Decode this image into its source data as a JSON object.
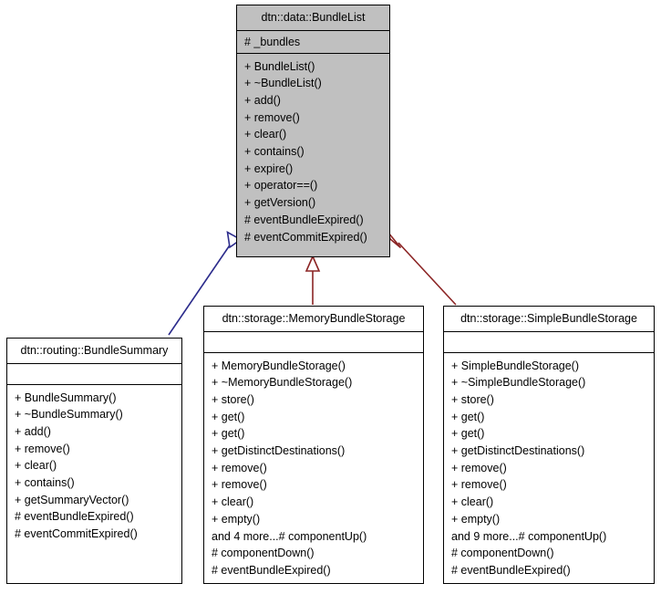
{
  "diagram": {
    "kind": "uml-class-diagram",
    "title": "dtn::data::BundleList inheritance diagram",
    "background_color": "#ffffff",
    "base_class_fill": "#c0c0c0",
    "derived_class_fill": "#ffffff",
    "border_color": "#000000"
  },
  "classes": {
    "bundle_list": {
      "name": "dtn::data::BundleList",
      "attributes": [
        "#  _bundles"
      ],
      "operations": [
        "+ BundleList()",
        "+ ~BundleList()",
        "+ add()",
        "+ remove()",
        "+ clear()",
        "+ contains()",
        "+ expire()",
        "+ operator==()",
        "+ getVersion()",
        "# eventBundleExpired()",
        "# eventCommitExpired()"
      ]
    },
    "bundle_summary": {
      "name": "dtn::routing::BundleSummary",
      "attributes": [],
      "operations": [
        "+ BundleSummary()",
        "+ ~BundleSummary()",
        "+ add()",
        "+ remove()",
        "+ clear()",
        "+ contains()",
        "+ getSummaryVector()",
        "# eventBundleExpired()",
        "# eventCommitExpired()"
      ]
    },
    "memory_bundle_storage": {
      "name": "dtn::storage::MemoryBundleStorage",
      "attributes": [],
      "operations": [
        "+ MemoryBundleStorage()",
        "+ ~MemoryBundleStorage()",
        "+ store()",
        "+ get()",
        "+ get()",
        "+ getDistinctDestinations()",
        "+ remove()",
        "+ remove()",
        "+ clear()",
        "+ empty()",
        "and 4 more...# componentUp()",
        "# componentDown()",
        "# eventBundleExpired()"
      ]
    },
    "simple_bundle_storage": {
      "name": "dtn::storage::SimpleBundleStorage",
      "attributes": [],
      "operations": [
        "+ SimpleBundleStorage()",
        "+ ~SimpleBundleStorage()",
        "+ store()",
        "+ get()",
        "+ get()",
        "+ getDistinctDestinations()",
        "+ remove()",
        "+ remove()",
        "+ clear()",
        "+ empty()",
        "and 9 more...# componentUp()",
        "# componentDown()",
        "# eventBundleExpired()"
      ]
    }
  },
  "relations": [
    {
      "name": "bundle-summary-inherits-bundle-list",
      "type": "generalization",
      "from": "dtn::routing::BundleSummary",
      "to": "dtn::data::BundleList",
      "color": "#2c2c8c"
    },
    {
      "name": "memory-bundle-storage-inherits-bundle-list",
      "type": "generalization",
      "from": "dtn::storage::MemoryBundleStorage",
      "to": "dtn::data::BundleList",
      "color": "#8b2424"
    },
    {
      "name": "simple-bundle-storage-inherits-bundle-list",
      "type": "generalization",
      "from": "dtn::storage::SimpleBundleStorage",
      "to": "dtn::data::BundleList",
      "color": "#8b2424"
    }
  ]
}
